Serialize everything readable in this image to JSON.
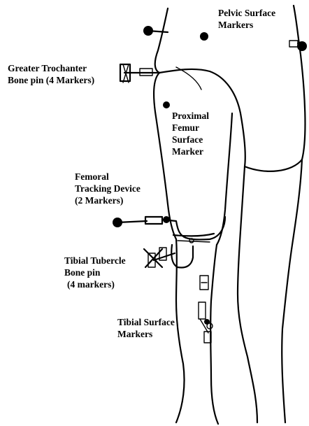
{
  "labels": {
    "pelvic": [
      "Pelvic Surface",
      "Markers"
    ],
    "trochanter": [
      "Greater Trochanter",
      "Bone pin (4 Markers)"
    ],
    "femur": [
      "Proximal",
      "Femur",
      "Surface",
      "Marker"
    ],
    "femoral_device": [
      "Femoral",
      "Tracking Device",
      "(2 Markers)"
    ],
    "tibial_tubercle": [
      "Tibial Tubercle",
      "Bone pin",
      "(4 markers)"
    ],
    "tibial_surface": [
      "Tibial Surface",
      "Markers"
    ]
  },
  "colors": {
    "ink": "#000000",
    "background": "#ffffff"
  }
}
